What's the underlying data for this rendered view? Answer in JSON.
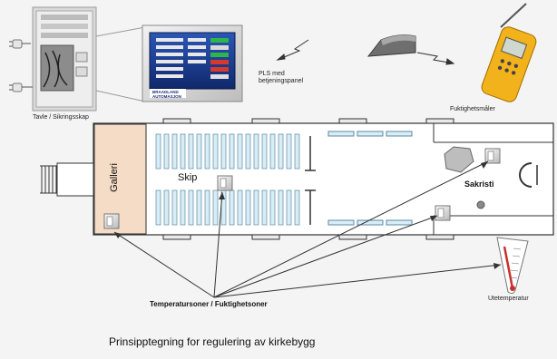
{
  "labels": {
    "tavle": "Tavle / Sikringsskap",
    "pls": "PLS med\nbetjeningspanel",
    "fuktighetsmaler": "Fuktighetsmåler",
    "galleri": "Galleri",
    "skip": "Skip",
    "sakristi": "Sakristi",
    "utetemperatur": "Utetemperatur",
    "temperatursoner": "Temperatursoner / Fuktighetsoner",
    "title": "Prinsipptegning for regulering av kirkebygg"
  },
  "panel": {
    "brand_line1": "BRAADLAND",
    "brand_line2": "AUTOMASJON"
  },
  "colors": {
    "galleri_fill": "#f4dcc6",
    "bench_fill": "#d8edf5",
    "bench_stroke": "#5b8aa3",
    "screen_blue": "#173a8c",
    "meter_yellow": "#f2b21c"
  }
}
